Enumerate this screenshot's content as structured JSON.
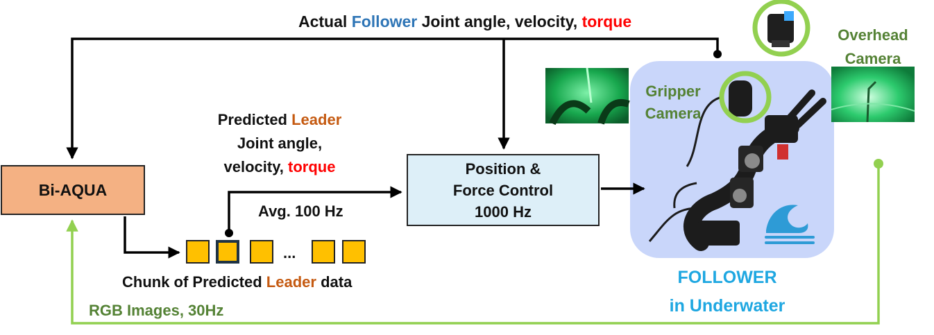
{
  "top_feedback": {
    "prefix": "Actual ",
    "highlight": "Follower",
    "middle": " Joint angle, velocity, ",
    "torque": "torque"
  },
  "policy_box": {
    "label": "Bi-AQUA"
  },
  "predicted_label": {
    "prefix": "Predicted ",
    "highlight": "Leader",
    "line2": "Joint angle,",
    "line3_prefix": "velocity, ",
    "torque": "torque"
  },
  "rate_label": "Avg. 100 Hz",
  "control_box": {
    "line1": "Position &",
    "line2": "Force Control",
    "line3": "1000 Hz"
  },
  "chunk": {
    "ellipsis": "...",
    "caption_prefix": "Chunk of Predicted ",
    "caption_highlight": "Leader",
    "caption_suffix": " data"
  },
  "gripper_camera": {
    "line1": "Gripper",
    "line2": "Camera"
  },
  "overhead_camera": {
    "line1": "Overhead",
    "line2": "Camera"
  },
  "follower": {
    "line1": "FOLLOWER",
    "line2": "in Underwater"
  },
  "image_feedback": "RGB Images, 30Hz",
  "colors": {
    "follower_blue": "#2E75B6",
    "leader_orange": "#C55A11",
    "torque_red": "#FF0000",
    "camera_green": "#548235",
    "image_line_green": "#92D050",
    "follower_label": "#1EA7E1",
    "policy_fill": "#F4B183",
    "control_fill": "#DDEFF8",
    "robot_panel": "#C9D6FA",
    "chunk_fill": "#FFC000"
  }
}
